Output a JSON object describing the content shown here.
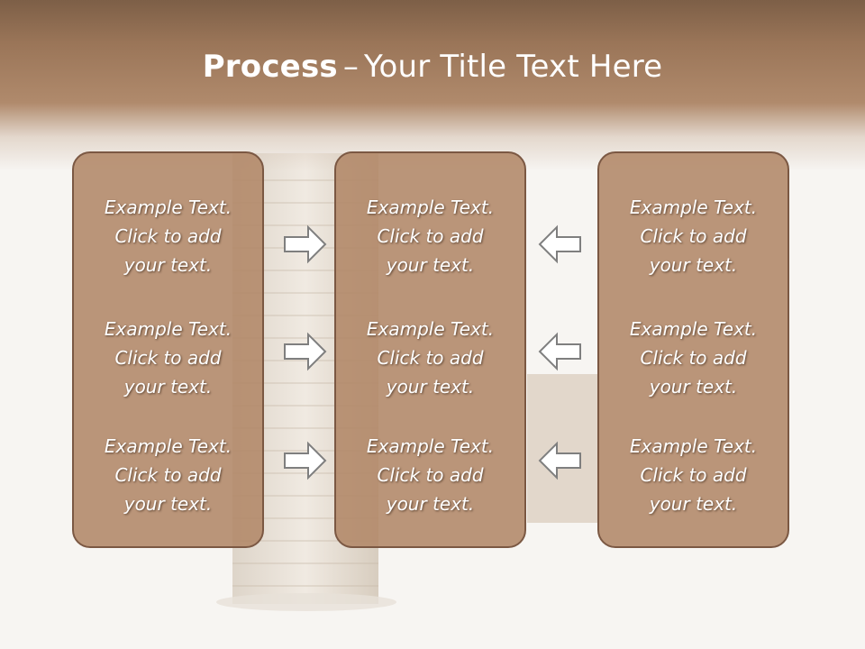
{
  "title": {
    "bold": "Process",
    "separator": "–",
    "rest": "Your Title Text Here"
  },
  "columns": [
    {
      "items": [
        {
          "line1": "Example Text.",
          "line2": "Click  to add",
          "line3": "your text."
        },
        {
          "line1": "Example Text.",
          "line2": "Click  to add",
          "line3": "your text."
        },
        {
          "line1": "Example Text.",
          "line2": "Click  to add",
          "line3": "your text."
        }
      ]
    },
    {
      "items": [
        {
          "line1": "Example Text.",
          "line2": "Click  to add",
          "line3": "your text."
        },
        {
          "line1": "Example Text.",
          "line2": "Click  to add",
          "line3": "your text."
        },
        {
          "line1": "Example Text.",
          "line2": "Click  to add",
          "line3": "your text."
        }
      ]
    },
    {
      "items": [
        {
          "line1": "Example Text.",
          "line2": "Click  to add",
          "line3": "your text."
        },
        {
          "line1": "Example Text.",
          "line2": "Click  to add",
          "line3": "your text."
        },
        {
          "line1": "Example Text.",
          "line2": "Click  to add",
          "line3": "your text."
        }
      ]
    }
  ],
  "colors": {
    "header": "#9a7558",
    "box_fill": "#b28868",
    "box_border": "#7b5843",
    "arrow_stroke": "#7f7f7f",
    "text": "#ffffff"
  },
  "icons": {
    "left_to_center": "arrow-right-icon",
    "right_to_center": "arrow-left-icon"
  }
}
